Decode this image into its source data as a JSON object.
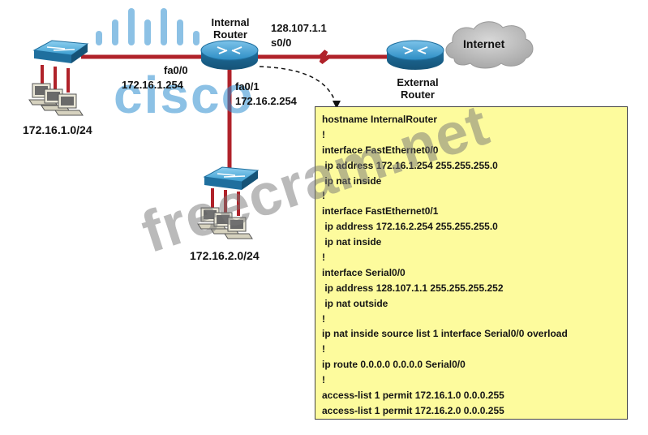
{
  "devices": {
    "internal_router": "Internal\nRouter",
    "internal_router_line1": "Internal",
    "internal_router_line2": "Router",
    "external_router_line1": "External",
    "external_router_line2": "Router",
    "internet": "Internet"
  },
  "interfaces": {
    "serial_ip": "128.107.1.1",
    "serial_name": "s0/0",
    "fa00_name": "fa0/0",
    "fa00_ip": "172.16.1.254",
    "fa01_name": "fa0/1",
    "fa01_ip": "172.16.2.254"
  },
  "networks": {
    "lan1": "172.16.1.0/24",
    "lan2": "172.16.2.0/24"
  },
  "config_lines": [
    "hostname InternalRouter",
    "!",
    "interface FastEthernet0/0",
    " ip address 172.16.1.254 255.255.255.0",
    " ip nat inside",
    "!",
    "interface FastEthernet0/1",
    " ip address 172.16.2.254 255.255.255.0",
    " ip nat inside",
    "!",
    "interface Serial0/0",
    " ip address 128.107.1.1 255.255.255.252",
    " ip nat outside",
    "!",
    "ip nat inside source list 1 interface Serial0/0 overload",
    "!",
    "ip route 0.0.0.0 0.0.0.0 Serial0/0",
    "!",
    "access-list 1 permit 172.16.1.0 0.0.0.255",
    "access-list 1 permit 172.16.2.0 0.0.0.255"
  ],
  "watermarks": {
    "logo": "cisco",
    "site": "freecram.net"
  },
  "colors": {
    "link": "#b0222a",
    "router": "#2d8dc4",
    "config_bg": "#fdfb9d",
    "cloud": "#b4b4b4"
  }
}
